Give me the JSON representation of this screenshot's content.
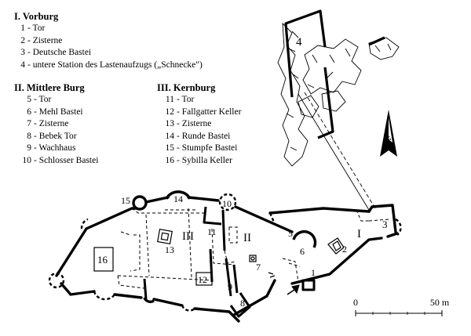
{
  "legend": {
    "sections": [
      {
        "title": "I. Vorburg",
        "items": [
          {
            "num": "1",
            "sep": "-",
            "label": "Tor"
          },
          {
            "num": "2",
            "sep": "-",
            "label": "Zisterne"
          },
          {
            "num": "3",
            "sep": "-",
            "label": "Deutsche Bastei"
          },
          {
            "num": "4",
            "sep": "-",
            "label": "untere Station des Lastenaufzugs („Schnecke\")"
          }
        ]
      },
      {
        "title": "II. Mittlere Burg",
        "items": [
          {
            "num": "5",
            "sep": "-",
            "label": "Tor"
          },
          {
            "num": "6",
            "sep": "-",
            "label": "Mehl Bastei"
          },
          {
            "num": "7",
            "sep": "-",
            "label": "Zisterne"
          },
          {
            "num": "8",
            "sep": "-",
            "label": "Bebek Tor"
          },
          {
            "num": "9",
            "sep": "-",
            "label": "Wachhaus"
          },
          {
            "num": "10",
            "sep": "-",
            "label": "Schlosser Bastei"
          }
        ]
      },
      {
        "title": "III. Kernburg",
        "items": [
          {
            "num": "11",
            "sep": "-",
            "label": "Tor"
          },
          {
            "num": "12",
            "sep": "-",
            "label": "Fallgatter Keller"
          },
          {
            "num": "13",
            "sep": "-",
            "label": "Zisterne"
          },
          {
            "num": "14",
            "sep": "-",
            "label": "Runde Bastei"
          },
          {
            "num": "15",
            "sep": "-",
            "label": "Stumpfe Bastei"
          },
          {
            "num": "16",
            "sep": "-",
            "label": "Sybilla Keller"
          }
        ]
      }
    ]
  },
  "plan": {
    "zones": {
      "outer": "I",
      "middle": "II",
      "inner": "III"
    },
    "numbers": [
      "1",
      "2",
      "3",
      "4",
      "5",
      "6",
      "7",
      "8",
      "9",
      "10",
      "11",
      "12",
      "13",
      "14",
      "15",
      "16"
    ],
    "north_label": "É",
    "scale": {
      "start": "0",
      "end": "50 m"
    }
  },
  "colors": {
    "ink": "#000000",
    "background": "#ffffff"
  }
}
